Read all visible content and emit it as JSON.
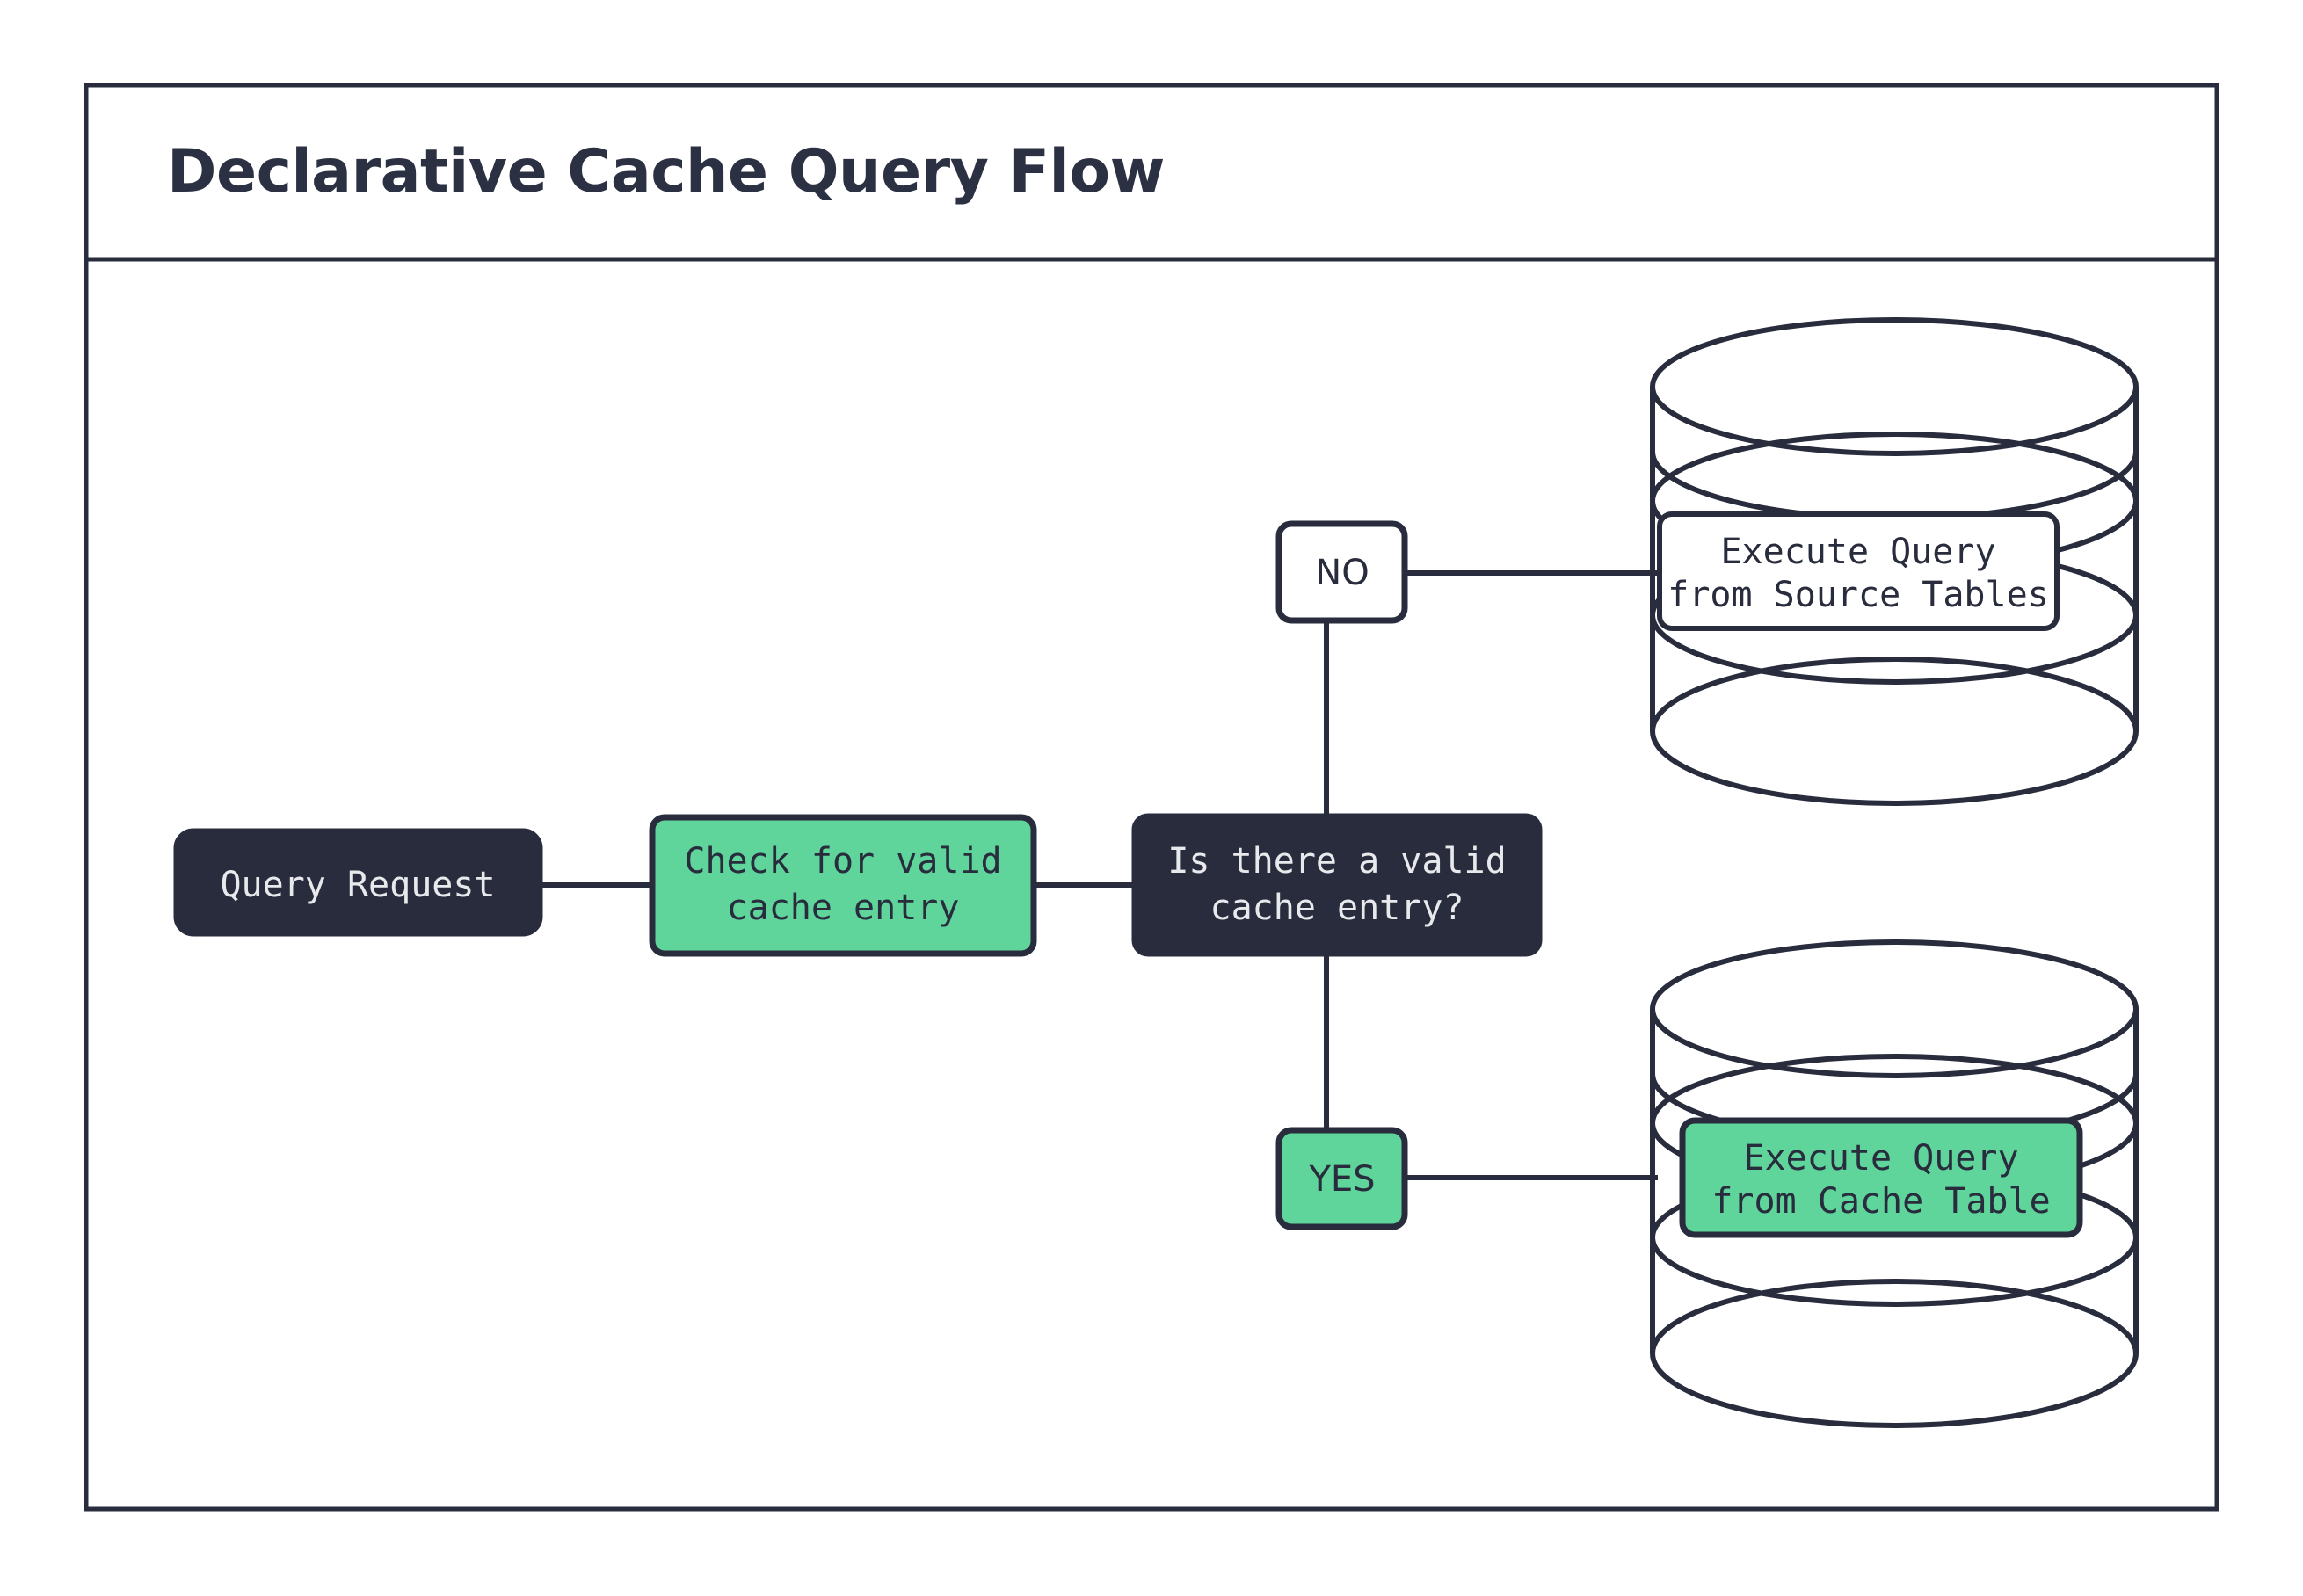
{
  "diagram": {
    "title": "Declarative Cache Query Flow",
    "colors": {
      "dark": "#282c3c",
      "green": "#5fd49b",
      "white": "#ffffff",
      "title_text": "#2b3142",
      "light_text": "#e8e9ec"
    },
    "nodes": {
      "query_request": {
        "label": "Query Request"
      },
      "check_cache": {
        "line1": "Check for valid",
        "line2": "cache entry"
      },
      "decision": {
        "line1": "Is there a valid",
        "line2": "cache entry?"
      },
      "branch_no": {
        "label": "NO"
      },
      "branch_yes": {
        "label": "YES"
      },
      "source_db": {
        "line1": "Execute Query",
        "line2": "from Source Tables"
      },
      "cache_db": {
        "line1": "Execute Query",
        "line2": "from Cache Table"
      }
    }
  }
}
